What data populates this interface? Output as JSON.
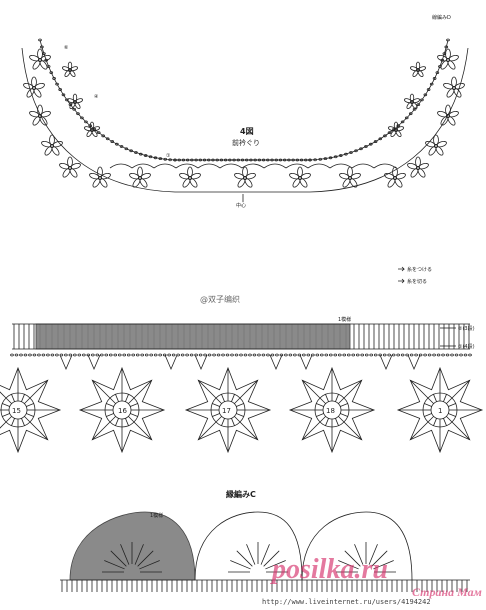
{
  "figure4": {
    "number": "4図",
    "title": "前衿ぐり",
    "center_mark": "中心",
    "row_numbers": [
      "⑥",
      "④",
      "①"
    ],
    "marker_right": "線編みD"
  },
  "figure_c": {
    "title": "縁編みC"
  },
  "legend": {
    "item1": "糸をつける",
    "item2": "糸を切る"
  },
  "band": {
    "label": "1模様",
    "rows": [
      "②(3段)",
      "①(4段)"
    ],
    "motif_numbers": [
      "15",
      "16",
      "17",
      "18",
      "1"
    ]
  },
  "edging": {
    "label": "1模様"
  },
  "watermark": {
    "logo_text": "@双子编织",
    "url": "http://www.liveinternet.ru/users/4194242",
    "site_name": "Страна Мам",
    "site_brand": "posilka.ru"
  },
  "colors": {
    "line": "#222222",
    "band_fill": "#8a8a8a",
    "brand": "#d6336c"
  }
}
